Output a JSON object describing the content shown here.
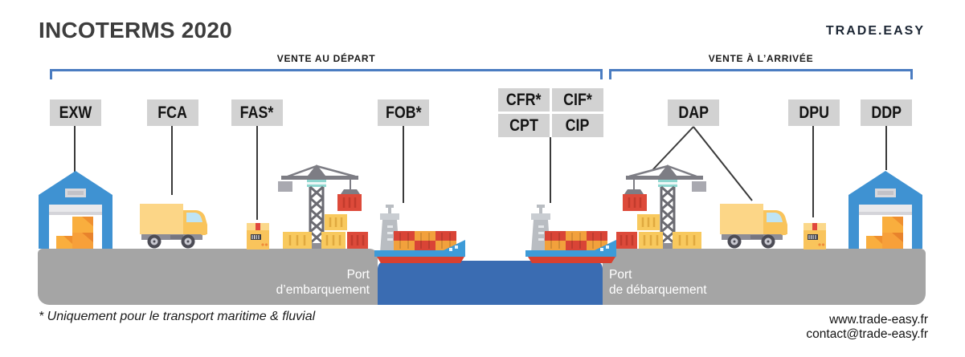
{
  "header": {
    "title": "INCOTERMS 2020",
    "brand": "TRADE.EASY"
  },
  "sections": {
    "departure": "VENTE AU DÉPART",
    "arrival": "VENTE À L’ARRIVÉE"
  },
  "terms": {
    "exw": "EXW",
    "fca": "FCA",
    "fas": "FAS*",
    "fob": "FOB*",
    "cfr": "CFR*",
    "cif": "CIF*",
    "cpt": "CPT",
    "cip": "CIP",
    "dap": "DAP",
    "dpu": "DPU",
    "ddp": "DDP"
  },
  "ports": {
    "embarkment": [
      "Port",
      "d’embarquement"
    ],
    "debarkment": [
      "Port",
      "de débarquement"
    ]
  },
  "footnote": "* Uniquement pour le transport maritime & fluvial",
  "footer": {
    "website": "www.trade-easy.fr",
    "email": "contact@trade-easy.fr"
  },
  "icons": [
    "warehouse-icon",
    "truck-icon",
    "package-icon",
    "crane-icon",
    "mooring-tower-icon",
    "cargo-ship-icon"
  ],
  "colors": {
    "bracket_blue": "#4a7cc1",
    "water_blue": "#3a6cb2",
    "platform_gray": "#a5a5a5",
    "label_gray": "#d2d2d2",
    "brand_navy": "#1d2735",
    "building_blue": "#3f92d2",
    "container_red": "#dd4a3a",
    "container_orange": "#f2a13c",
    "cargo_yellow": "#f8c95e"
  }
}
